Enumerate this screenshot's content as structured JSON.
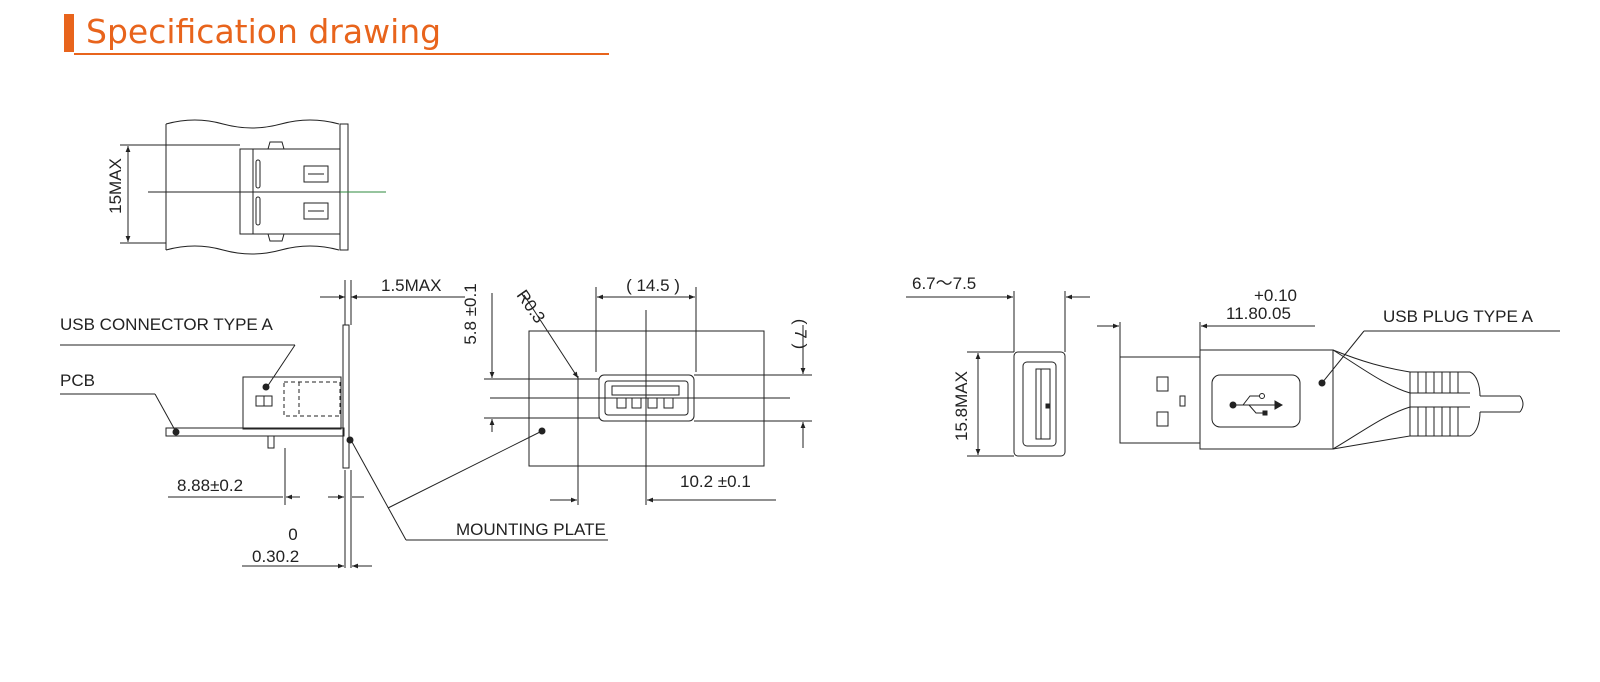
{
  "header": {
    "title": "Specification drawing",
    "accent_color": "#e8641c"
  },
  "top_view": {
    "height_dim": "15MAX"
  },
  "side_view": {
    "dim_plate": "1.5MAX",
    "label_connector": "USB CONNECTOR TYPE A",
    "label_pcb": "PCB",
    "dim_depth": "8.88±0.2",
    "dim_offset_upper": "0",
    "dim_offset_lower": "0.30.2"
  },
  "front_view": {
    "dim_width": "( 14.5 )",
    "dim_height": "5.8 ±0.1",
    "dim_radius": "R0.3",
    "dim_ref": "( 7 )",
    "dim_position": "10.2 ±0.1",
    "label_plate": "MOUNTING PLATE"
  },
  "plug_view": {
    "dim_thickness": "6.7～7.5",
    "dim_height": "15.8MAX",
    "dim_tol_upper": "+0.10",
    "dim_length": "11.80.05",
    "label_plug": "USB PLUG TYPE A",
    "usb_symbol": "usb-trident-icon"
  }
}
